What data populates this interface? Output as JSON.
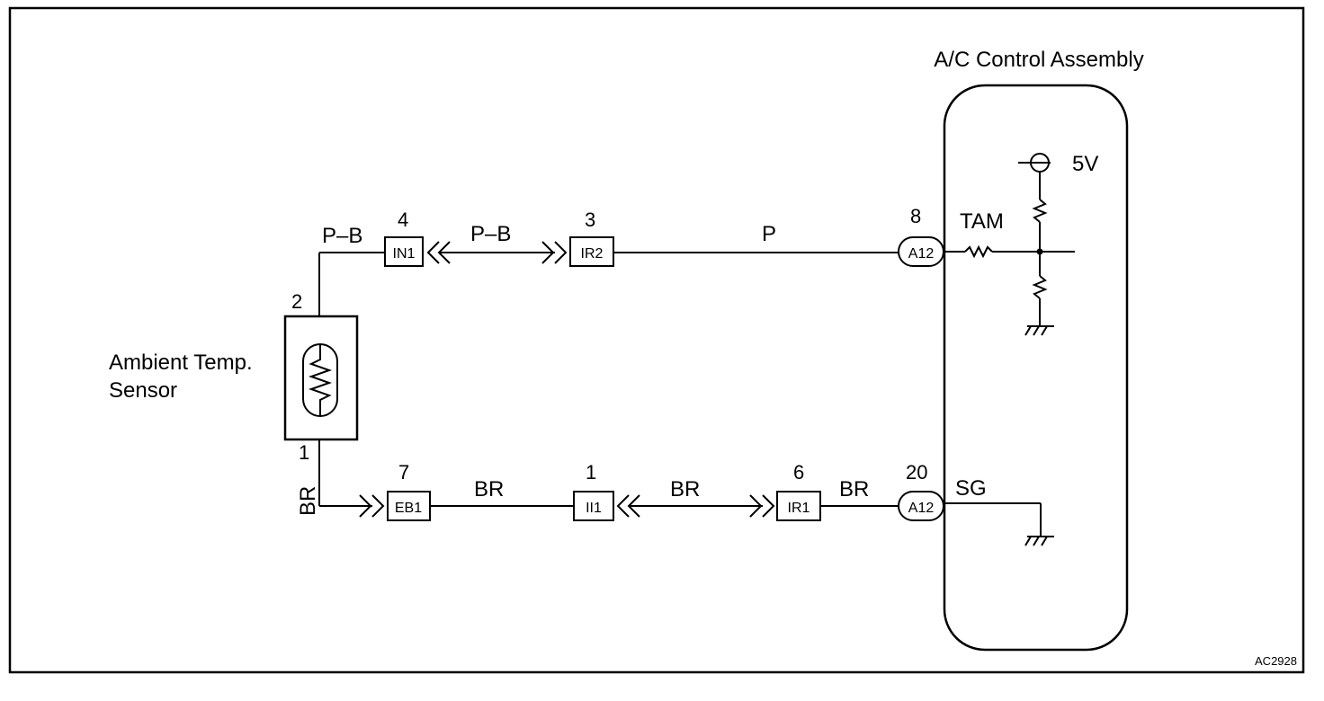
{
  "assembly": {
    "title": "A/C Control Assembly",
    "supply": "5V",
    "signals": {
      "tam": "TAM",
      "sg": "SG"
    }
  },
  "sensor": {
    "name_line1": "Ambient Temp.",
    "name_line2": "Sensor",
    "pin_top": "2",
    "pin_bottom": "1"
  },
  "top_circuit": {
    "wire_sensor": "P–B",
    "wire_mid": "P–B",
    "wire_right": "P",
    "connectors": [
      {
        "pin": "4",
        "id": "IN1"
      },
      {
        "pin": "3",
        "id": "IR2"
      },
      {
        "pin": "8",
        "id": "A12"
      }
    ]
  },
  "bottom_circuit": {
    "wire_sensor": "BR",
    "wire_a": "BR",
    "wire_b": "BR",
    "wire_c": "BR",
    "connectors": [
      {
        "pin": "7",
        "id": "EB1"
      },
      {
        "pin": "1",
        "id": "II1"
      },
      {
        "pin": "6",
        "id": "IR1"
      },
      {
        "pin": "20",
        "id": "A12"
      }
    ]
  },
  "figure_code": "AC2928"
}
